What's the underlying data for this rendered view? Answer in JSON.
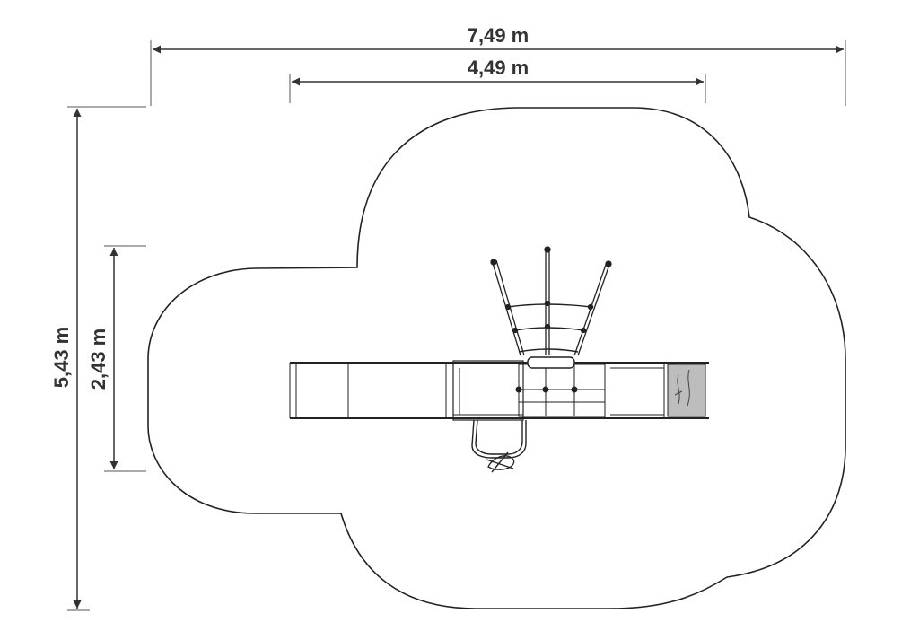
{
  "dimensions": {
    "overall_width": "7,49 m",
    "structure_width": "4,49 m",
    "overall_depth": "5,43 m",
    "structure_depth": "2,43 m"
  },
  "colors": {
    "line": "#222222",
    "dim_line": "#333333",
    "panel_fill": "#bdbdbd"
  }
}
